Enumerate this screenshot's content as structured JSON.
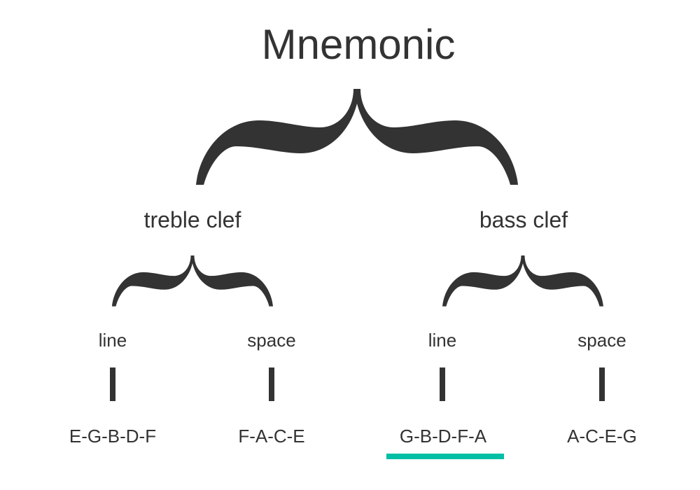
{
  "title": "Mnemonic",
  "clefs": [
    {
      "label": "treble clef",
      "line": {
        "label": "line",
        "notes": "E-G-B-D-F"
      },
      "space": {
        "label": "space",
        "notes": "F-A-C-E"
      }
    },
    {
      "label": "bass clef",
      "line": {
        "label": "line",
        "notes": "G-B-D-F-A"
      },
      "space": {
        "label": "space",
        "notes": "A-C-E-G"
      }
    }
  ],
  "highlight": {
    "item": "G-B-D-F-A",
    "color": "#00BFA5"
  },
  "ink_color": "#333333"
}
